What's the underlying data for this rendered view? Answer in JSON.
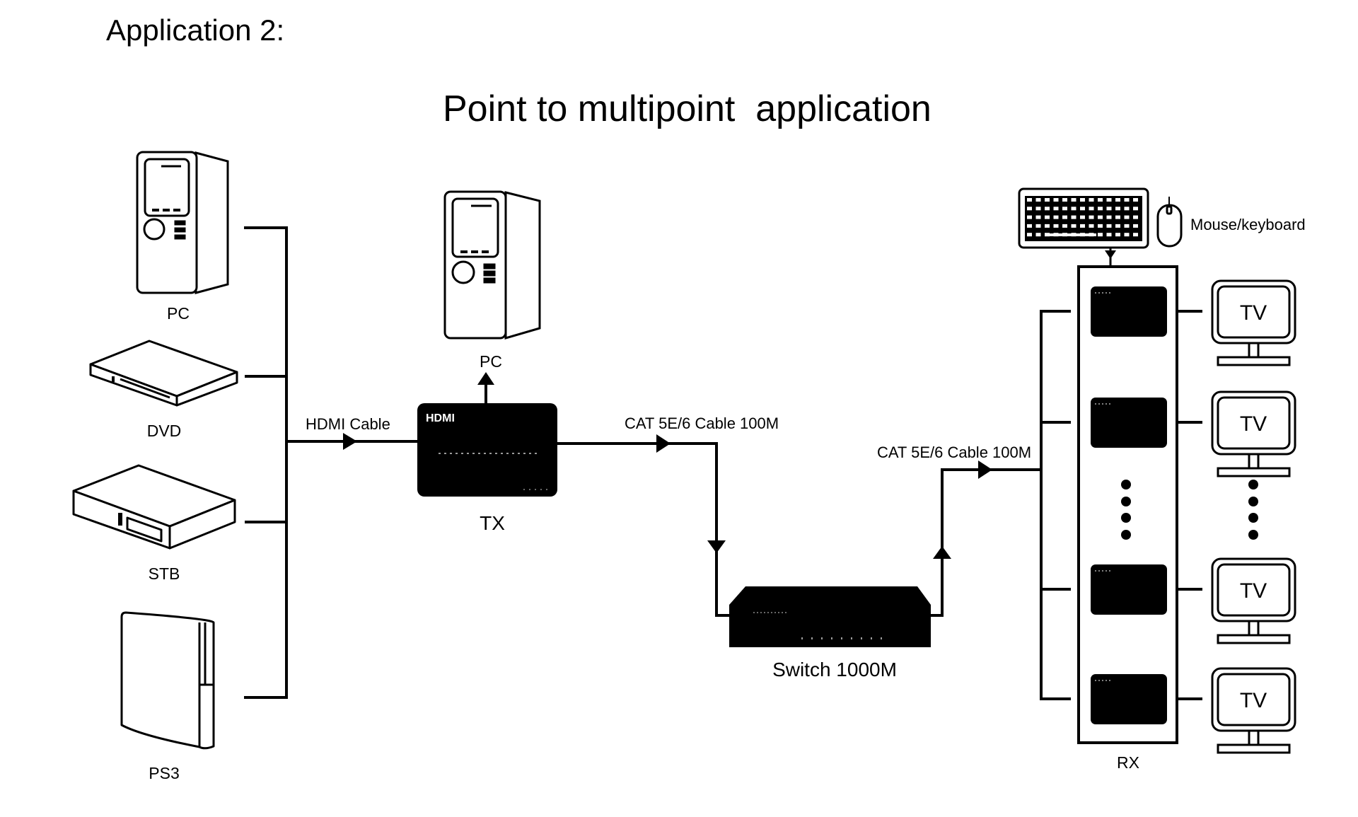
{
  "heading": "Application 2:",
  "title": "Point to multipoint  application",
  "sources": [
    {
      "label": "PC",
      "icon": "pc-tower-icon"
    },
    {
      "label": "DVD",
      "icon": "dvd-player-icon"
    },
    {
      "label": "STB",
      "icon": "set-top-box-icon"
    },
    {
      "label": "PS3",
      "icon": "game-console-icon"
    }
  ],
  "local_output": {
    "label": "PC",
    "icon": "pc-tower-icon"
  },
  "transmitter": {
    "label": "TX",
    "logo": "HDMI"
  },
  "switch": {
    "label": "Switch 1000M"
  },
  "receiver": {
    "label": "RX"
  },
  "input_device": {
    "label": "Mouse/keyboard"
  },
  "cables": {
    "hdmi": "HDMI Cable",
    "cat_tx": "CAT 5E/6 Cable 100M",
    "cat_rx": "CAT 5E/6 Cable 100M"
  },
  "displays": [
    {
      "label": "TV"
    },
    {
      "label": "TV"
    },
    {
      "label": "TV"
    },
    {
      "label": "TV"
    }
  ],
  "colors": {
    "ink": "#000000",
    "background": "#ffffff"
  }
}
